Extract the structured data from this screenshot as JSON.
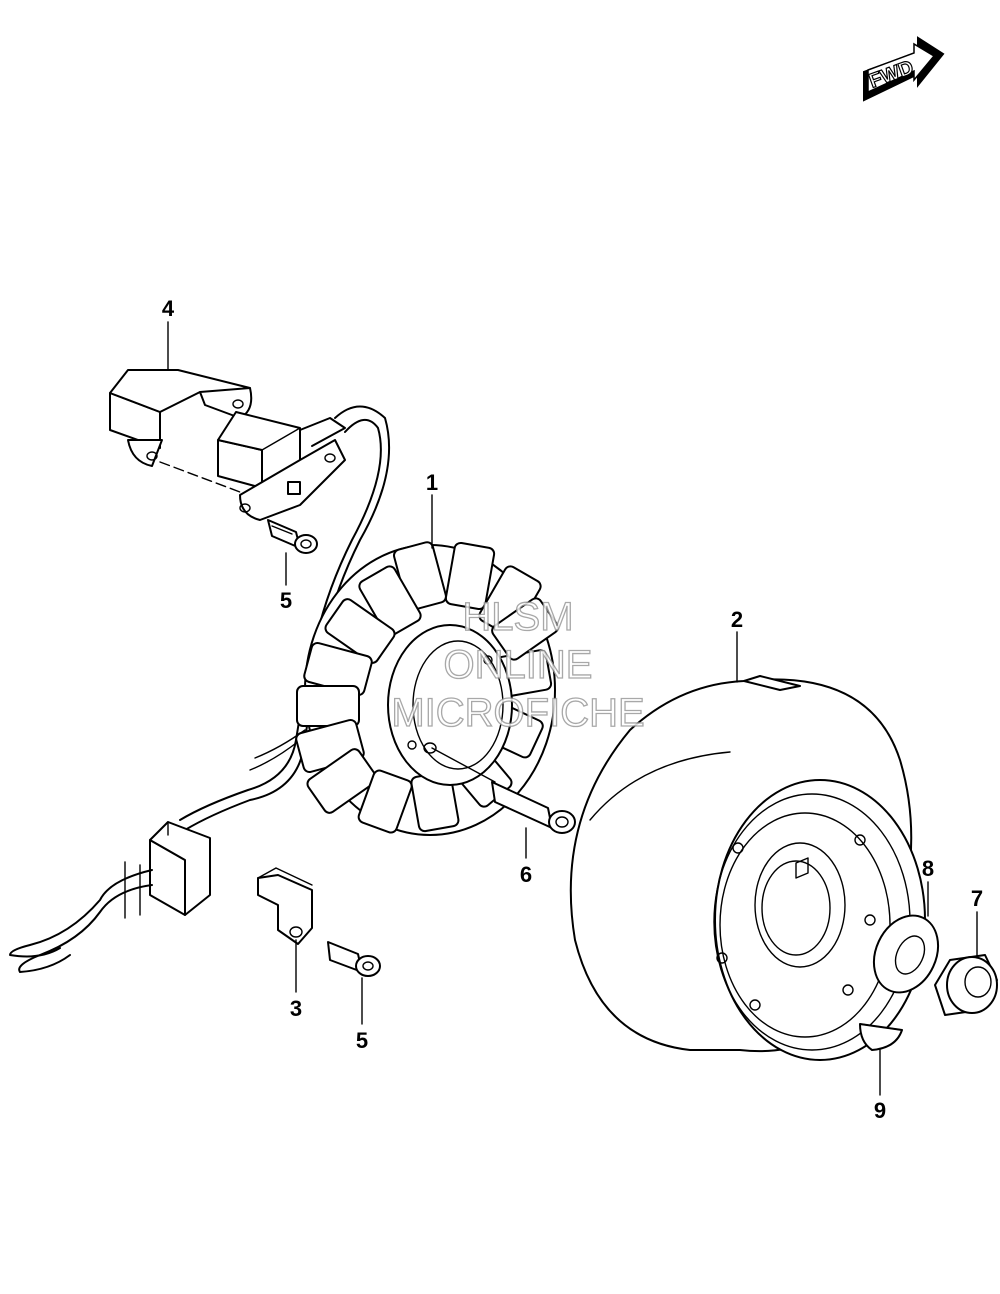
{
  "fwd_badge": {
    "text": "FWD"
  },
  "callouts": [
    {
      "id": "part-1",
      "label": "1"
    },
    {
      "id": "part-2",
      "label": "2"
    },
    {
      "id": "part-3",
      "label": "3"
    },
    {
      "id": "part-4",
      "label": "4"
    },
    {
      "id": "part-5a",
      "label": "5"
    },
    {
      "id": "part-5b",
      "label": "5"
    },
    {
      "id": "part-6",
      "label": "6"
    },
    {
      "id": "part-7",
      "label": "7"
    },
    {
      "id": "part-8",
      "label": "8"
    },
    {
      "id": "part-9",
      "label": "9"
    }
  ],
  "watermark": {
    "line1": "HLSM",
    "line2": "ONLINE",
    "line3": "MICROFICHE"
  }
}
